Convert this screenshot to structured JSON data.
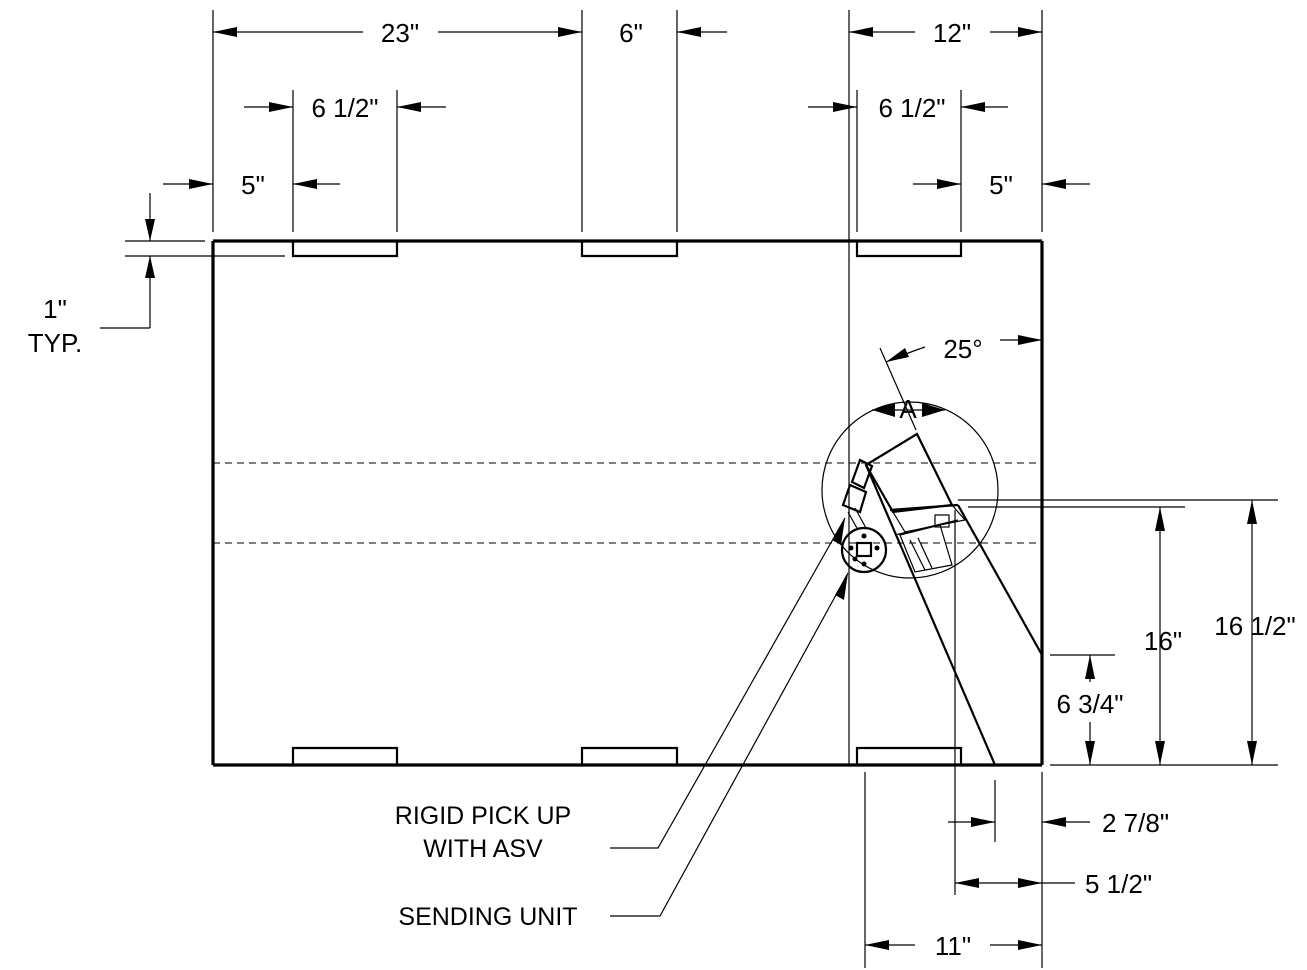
{
  "dimensions": {
    "d_23": "23\"",
    "d_6": "6\"",
    "d_12": "12\"",
    "d_6half_left": "6 1/2\"",
    "d_6half_right": "6 1/2\"",
    "d_5_left": "5\"",
    "d_5_right": "5\"",
    "d_1": "1\"",
    "d_typ": "TYP.",
    "d_25deg": "25°",
    "d_section": "A",
    "d_16half": "16 1/2\"",
    "d_16": "16\"",
    "d_6three4": "6 3/4\"",
    "d_2seven8": "2 7/8\"",
    "d_5half": "5 1/2\"",
    "d_11": "11\""
  },
  "callouts": {
    "pickup_line1": "RIGID PICK UP",
    "pickup_line2": "WITH ASV",
    "sending_unit": "SENDING UNIT"
  }
}
